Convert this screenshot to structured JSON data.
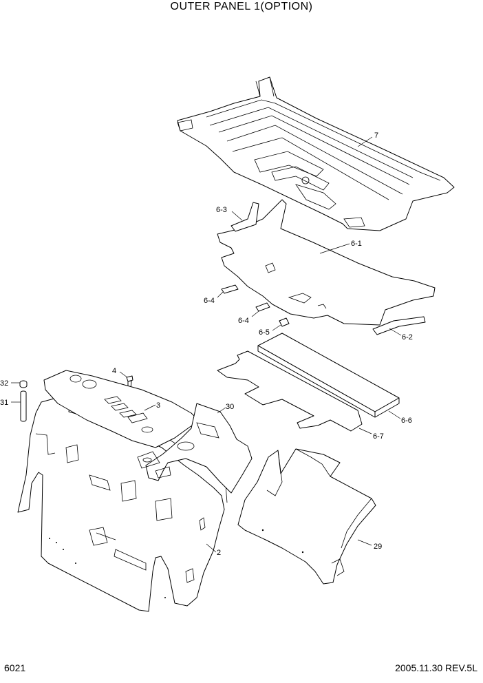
{
  "title": "OUTER PANEL 1(OPTION)",
  "page_code": "6021",
  "revision": "2005.11.30  REV.5L",
  "callouts": {
    "c7": "7",
    "c6_3": "6-3",
    "c6_1": "6-1",
    "c6_4a": "6-4",
    "c6_4b": "6-4",
    "c6_5": "6-5",
    "c6_2": "6-2",
    "c6_6": "6-6",
    "c6_7": "6-7",
    "c4": "4",
    "c32": "32",
    "c31": "31",
    "c3": "3",
    "c30": "30",
    "c2": "2",
    "c29": "29"
  }
}
